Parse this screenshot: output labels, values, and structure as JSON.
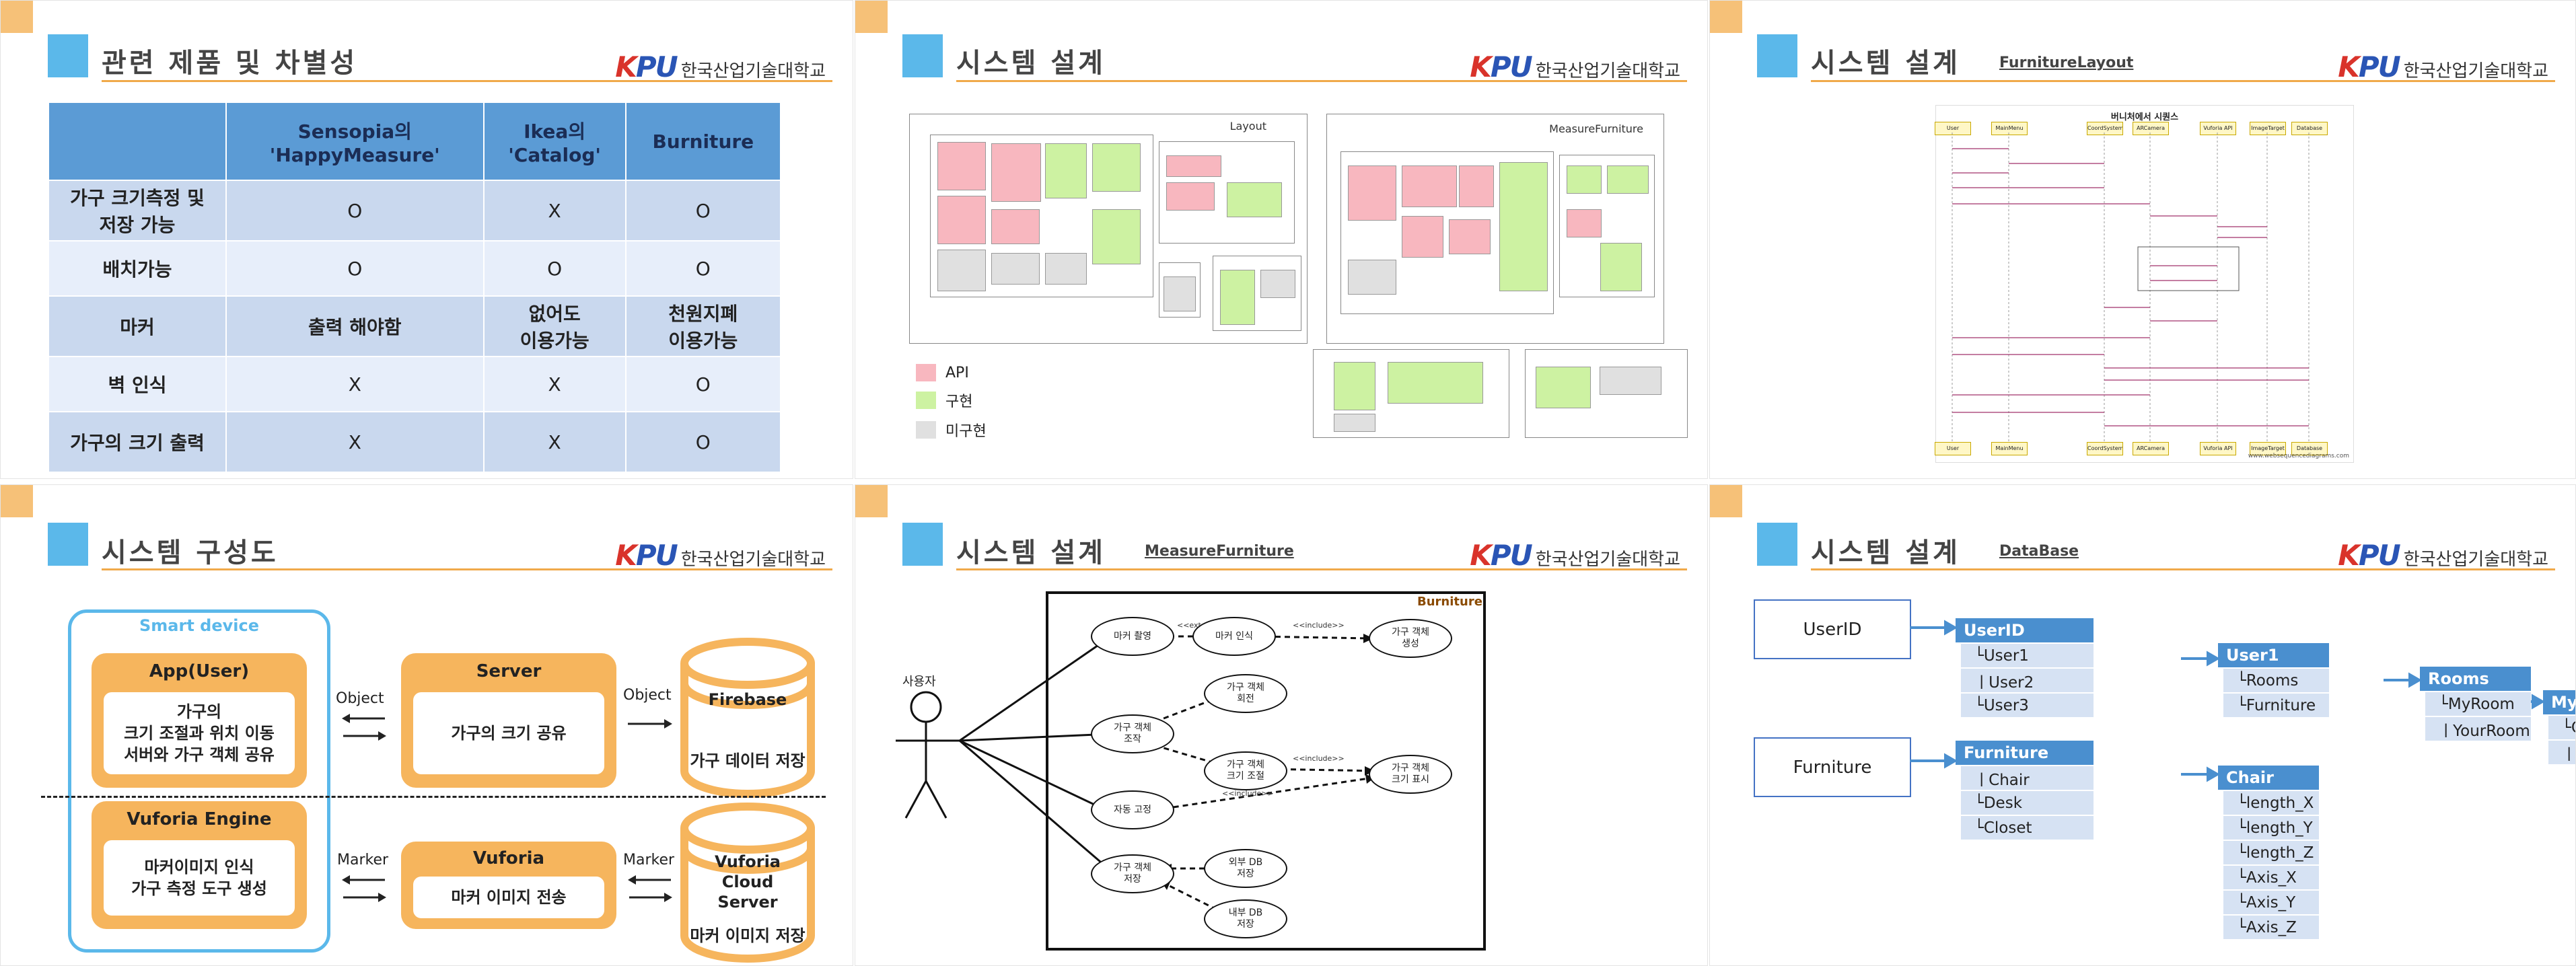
{
  "logo": {
    "mark_k": "K",
    "mark_rest": "PU",
    "name": "한국산업기술대학교"
  },
  "slide1": {
    "title": "관련 제품 및 차별성",
    "headers": [
      "",
      "Sensopia의\n'HappyMeasure'",
      "Ikea의\n'Catalog'",
      "Burniture"
    ],
    "rows": [
      {
        "feature": "가구 크기측정 및\n저장 가능",
        "cells": [
          "O",
          "X",
          "O"
        ]
      },
      {
        "feature": "배치가능",
        "cells": [
          "O",
          "O",
          "O"
        ]
      },
      {
        "feature": "마커",
        "cells": [
          "출력 해야함",
          "없어도\n이용가능",
          "천원지폐\n이용가능"
        ]
      },
      {
        "feature": "벽 인식",
        "cells": [
          "X",
          "X",
          "O"
        ]
      },
      {
        "feature": "가구의 크기 출력",
        "cells": [
          "X",
          "X",
          "O"
        ]
      }
    ]
  },
  "slide2": {
    "title": "시스템 설계",
    "panel_left_label": "Layout",
    "panel_right_label": "MeasureFurniture",
    "legend": [
      "API",
      "구현",
      "미구현"
    ],
    "legend_colors": [
      "#f8b7bf",
      "#cdf2a2",
      "#e0e0e0"
    ]
  },
  "slide3": {
    "title": "시스템 설계",
    "subtitle": "FurnitureLayout",
    "diagram_title": "버니처에서 시퀀스",
    "participants": [
      "User",
      "MainMenu",
      "CoordSystem",
      "ARCamera",
      "Vuforia API",
      "ImageTarget",
      "Database"
    ],
    "footer": "www.websequencediagrams.com"
  },
  "slide4": {
    "title": "시스템 구성도",
    "smart_device": "Smart device",
    "app_title": "App(User)",
    "app_text": "가구의\n크기 조절과 위치 이동\n서버와 가구 객체 공유",
    "server_title": "Server",
    "server_text": "가구의 크기 공유",
    "firebase_title": "Firebase",
    "firebase_text": "가구 데이터 저장",
    "object_label_1": "Object",
    "object_label_2": "Object",
    "vuforia_engine_title": "Vuforia Engine",
    "vuforia_engine_text": "마커이미지 인식\n가구 측정 도구 생성",
    "vuforia_title": "Vuforia",
    "vuforia_text": "마커 이미지 전송",
    "cloud_title": "Vuforia\nCloud\nServer",
    "cloud_text": "마커 이미지 저장",
    "marker_label_1": "Marker",
    "marker_label_2": "Marker"
  },
  "slide5": {
    "title": "시스템 설계",
    "subtitle": "MeasureFurniture",
    "system_label": "Burniture",
    "actor": "사용자",
    "usecases": [
      "마커 촬영",
      "마커 인식",
      "가구 객체\n생성",
      "가구 객체\n회전",
      "가구 객체\n조작",
      "가구 객체\n크기 조절",
      "가구 객체\n크기 표시",
      "자동 고정",
      "가구 객체\n저장",
      "외부 DB\n저장",
      "내부 DB\n저장"
    ],
    "relations": [
      "<<extend>>",
      "<<include>>"
    ]
  },
  "slide6": {
    "title": "시스템 설계",
    "subtitle": "DataBase",
    "userid_box": "UserID",
    "furniture_box": "Furniture",
    "userid_table": {
      "header": "UserID",
      "items": [
        "└User1",
        "ㅣUser2",
        "└User3"
      ]
    },
    "user1_table": {
      "header": "User1",
      "items": [
        "└Rooms",
        "└Furniture"
      ]
    },
    "rooms_table": {
      "header": "Rooms",
      "items": [
        "└MyRoom",
        "ㅣYourRoom"
      ]
    },
    "myroom_table": {
      "header": "MyRoom",
      "items": [
        "└Chair",
        "ㅣDesk"
      ]
    },
    "furniture_table": {
      "header": "Furniture",
      "items": [
        "ㅣChair",
        "└Desk",
        "└Closet"
      ]
    },
    "chair_table": {
      "header": "Chair",
      "items": [
        "└length_X",
        "└length_Y",
        "└length_Z",
        "└Axis_X",
        "└Axis_Y",
        "└Axis_Z"
      ]
    }
  }
}
